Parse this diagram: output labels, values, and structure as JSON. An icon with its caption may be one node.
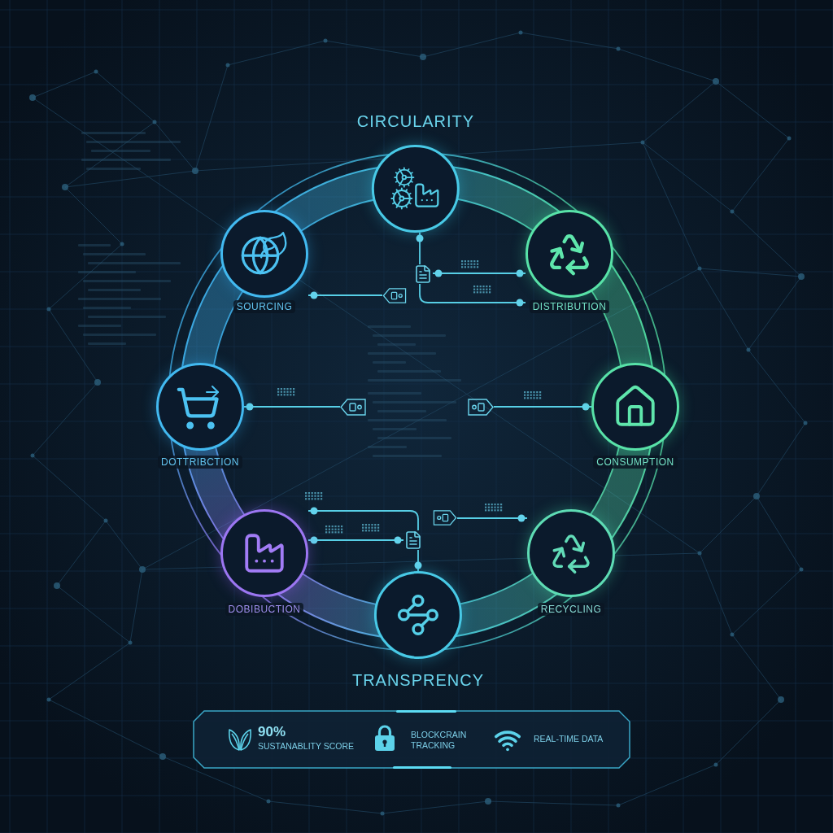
{
  "diagram": {
    "nodes": [
      {
        "text": [
          "CIRCULARITY"
        ]
      },
      {
        "text": [
          "SOURCING"
        ]
      },
      {
        "text": [
          "DISTRIBUTION"
        ]
      },
      {
        "text": [],
        "shape": "picture"
      },
      {
        "text": [],
        "shape": "picture"
      },
      {
        "text": [
          "DOTTRIBCTION"
        ]
      },
      {
        "text": [],
        "shape": "picture"
      },
      {
        "text": [],
        "shape": "picture"
      },
      {
        "text": [
          "CONSUMPTION"
        ]
      },
      {
        "text": [],
        "shape": "picture"
      },
      {
        "text": [],
        "shape": "picture"
      },
      {
        "text": [
          "DOBIBUCTION"
        ]
      },
      {
        "text": [
          "RECYCLING"
        ]
      },
      {
        "text": [
          "TRANSPRENCY"
        ]
      },
      {
        "text": [
          "90%",
          "SUSTANABLITY SCORE",
          "BLOCKCRAIN TRACKING",
          "REAL-TIME DATA"
        ]
      }
    ],
    "edges": [
      {
        "from": 0,
        "to": 3,
        "arrow": "other"
      },
      {
        "from": 3,
        "to": 2,
        "arrow": "other"
      },
      {
        "from": 3,
        "to": 2,
        "arrow": "other"
      },
      {
        "from": 1,
        "to": 4,
        "arrow": "other"
      },
      {
        "from": 6,
        "to": 5,
        "arrow": "other"
      },
      {
        "from": 7,
        "to": 8,
        "arrow": "other"
      },
      {
        "from": 11,
        "to": 10,
        "arrow": "other"
      },
      {
        "from": 11,
        "to": 10,
        "arrow": "other"
      },
      {
        "from": 10,
        "to": 13,
        "arrow": "other"
      },
      {
        "from": 9,
        "to": 12,
        "arrow": "other"
      }
    ]
  }
}
